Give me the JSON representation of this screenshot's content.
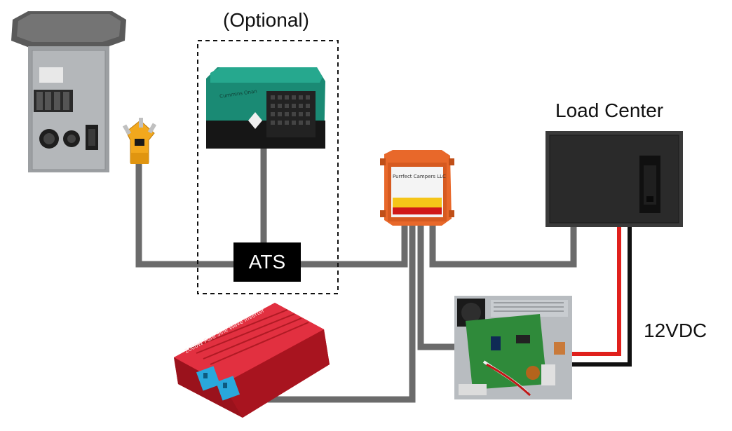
{
  "labels": {
    "optional": "(Optional)",
    "ats": "ATS",
    "load_center": "Load Center",
    "voltage": "12VDC"
  },
  "device_text": {
    "transfer_switch_brand": "Purrfect Campers LLC",
    "generator_brand": "Cummins Onan",
    "inverter_brand": "2000W Pure Sine Wave Inverter"
  },
  "colors": {
    "cable_gray": "#6b6b6b",
    "dc_positive": "#e0201c",
    "dc_negative": "#111111",
    "generator_green": "#1a8a74",
    "transfer_switch_orange": "#e8682a",
    "inverter_red": "#c8202c",
    "shore_plug_yellow": "#f2a81d",
    "load_center_panel": "#2a2a2a"
  },
  "icons": [
    "utility-pedestal-icon",
    "shore-power-plug-icon",
    "generator-icon",
    "transfer-switch-icon",
    "load-center-icon",
    "inverter-icon",
    "converter-charger-icon"
  ]
}
